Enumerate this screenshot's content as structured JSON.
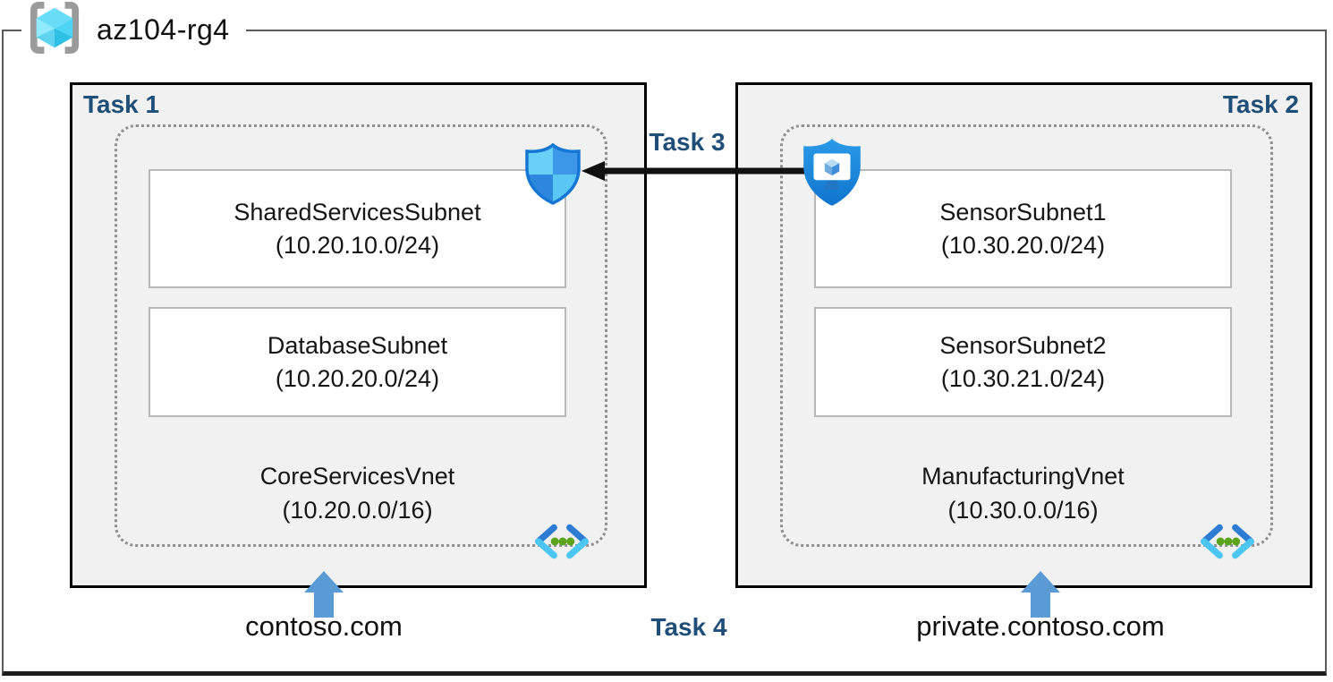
{
  "resource_group": {
    "label": "az104-rg4"
  },
  "tasks": {
    "task3": "Task 3",
    "task4": "Task 4"
  },
  "vnets": [
    {
      "task_label": "Task 1",
      "name": "CoreServicesVnet",
      "cidr": "(10.20.0.0/16)",
      "dns": "contoso.com",
      "subnets": [
        {
          "name": "SharedServicesSubnet",
          "cidr": "(10.20.10.0/24)"
        },
        {
          "name": "DatabaseSubnet",
          "cidr": "(10.20.20.0/24)"
        }
      ]
    },
    {
      "task_label": "Task 2",
      "name": "ManufacturingVnet",
      "cidr": "(10.30.0.0/16)",
      "dns": "private.contoso.com",
      "subnets": [
        {
          "name": "SensorSubnet1",
          "cidr": "(10.30.20.0/24)"
        },
        {
          "name": "SensorSubnet2",
          "cidr": "(10.30.21.0/24)"
        }
      ]
    }
  ],
  "icons": {
    "resource_group": "resource-group-icon",
    "vnet": "virtual-network-icon",
    "shield": "defender-shield-icon",
    "bastion": "bastion-shield-monitor-icon",
    "peering_arrow": "black-left-arrow",
    "dns_arrow": "blue-up-arrow"
  },
  "colors": {
    "task_label": "#1f4e79",
    "box_fill": "#f1f1f1",
    "box_border": "#000000",
    "dashed_border": "#8f8f8f",
    "subnet_border": "#b8b8b8",
    "frame_border": "#5a5a5a",
    "dns_arrow_blue": "#5b9bd5",
    "peer_arrow_black": "#111111",
    "vnet_chevron_dark": "#2c7cd4",
    "vnet_chevron_light": "#4cc6f3",
    "vnet_dot_green": "#5aa41e",
    "shield_stroke": "#1576d3",
    "bastion_blue": "#1e8fdd",
    "cube_cyan": "#66dbf8"
  }
}
